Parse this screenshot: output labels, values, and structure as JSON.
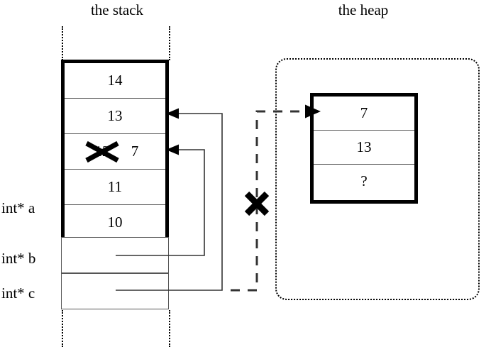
{
  "titles": {
    "stack": "the stack",
    "heap": "the heap"
  },
  "stack": {
    "cells": [
      {
        "value": "14"
      },
      {
        "value": "13"
      },
      {
        "old_value": "12",
        "value": "7",
        "struck_out": true
      },
      {
        "value": "11"
      },
      {
        "value": "10"
      }
    ],
    "variables": [
      {
        "label": "int* a"
      },
      {
        "label": "int* b"
      },
      {
        "label": "int* c"
      }
    ]
  },
  "heap": {
    "cells": [
      {
        "value": "7"
      },
      {
        "value": "13"
      },
      {
        "value": "?"
      }
    ]
  },
  "annotations": {
    "strike_mark": "x-cross-mark",
    "broken_pointer_mark": "x-cross-mark"
  },
  "colors": {
    "ink": "#000000",
    "background": "#ffffff",
    "cell_divider": "#555555"
  }
}
